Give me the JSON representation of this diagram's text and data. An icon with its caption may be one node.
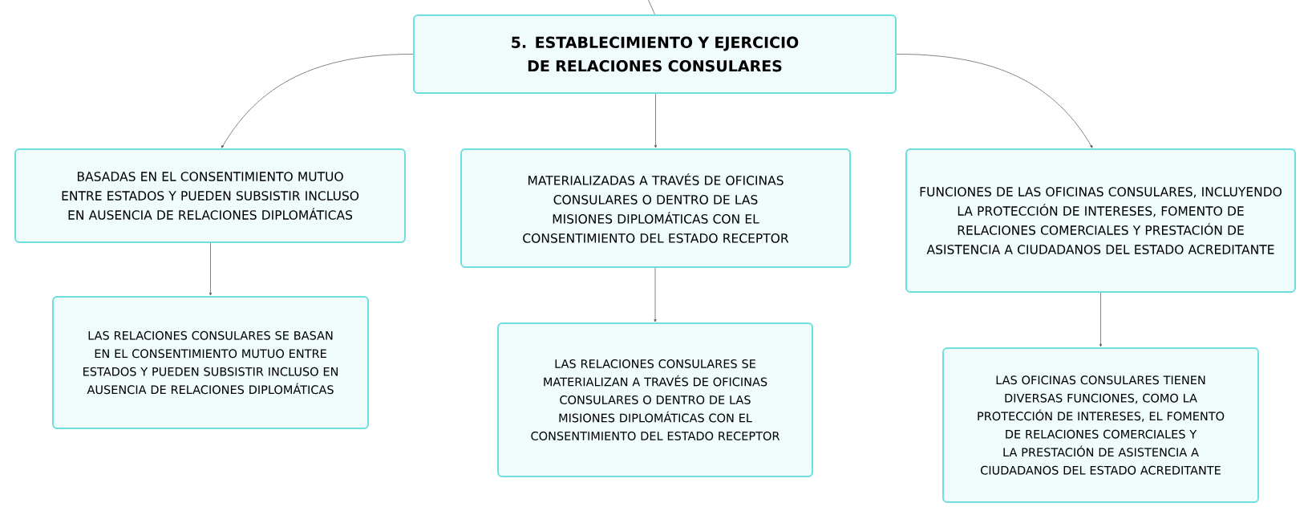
{
  "diagram": {
    "nodes": [
      {
        "text": [
          "5. ESTABLECIMIENTO Y EJERCICIO DE RELACIONES CONSULARES"
        ]
      },
      {
        "text": [
          "BASADAS EN EL CONSENTIMIENTO MUTUO ENTRE ESTADOS Y PUEDEN SUBSISTIR INCLUSO EN AUSENCIA DE RELACIONES DIPLOMÁTICAS"
        ]
      },
      {
        "text": [
          "MATERIALIZADAS A TRAVÉS DE OFICINAS CONSULARES O DENTRO DE LAS MISIONES DIPLOMÁTICAS CON EL CONSENTIMIENTO DEL ESTADO RECEPTOR"
        ]
      },
      {
        "text": [
          "FUNCIONES DE LAS OFICINAS CONSULARES, INCLUYENDO LA PROTECCIÓN DE INTERESES, FOMENTO DE RELACIONES COMERCIALES Y PRESTACIÓN DE ASISTENCIA A CIUDADANOS DEL ESTADO ACREDITANTE"
        ]
      },
      {
        "text": [
          "LAS RELACIONES CONSULARES SE BASAN EN EL CONSENTIMIENTO MUTUO ENTRE ESTADOS Y PUEDEN SUBSISTIR INCLUSO EN AUSENCIA DE RELACIONES DIPLOMÁTICAS"
        ]
      },
      {
        "text": [
          "LAS RELACIONES CONSULARES SE MATERIALIZAN A TRAVÉS DE OFICINAS CONSULARES O DENTRO DE LAS MISIONES DIPLOMÁTICAS CON EL CONSENTIMIENTO DEL ESTADO RECEPTOR"
        ]
      },
      {
        "text": [
          "LAS OFICINAS CONSULARES TIENEN DIVERSAS FUNCIONES, COMO LA PROTECCIÓN DE INTERESES, EL FOMENTO DE RELACIONES COMERCIALES Y LA PRESTACIÓN DE ASISTENCIA A CIUDADANOS DEL ESTADO ACREDITANTE"
        ]
      }
    ],
    "edges": [
      {
        "from": null,
        "to": 0,
        "arrow": "none"
      },
      {
        "from": 0,
        "to": 1,
        "arrow": "to"
      },
      {
        "from": 0,
        "to": 2,
        "arrow": "to"
      },
      {
        "from": 0,
        "to": 3,
        "arrow": "to"
      },
      {
        "from": 1,
        "to": 4,
        "arrow": "to"
      },
      {
        "from": 2,
        "to": 5,
        "arrow": "to"
      },
      {
        "from": 3,
        "to": 6,
        "arrow": "to"
      }
    ]
  }
}
